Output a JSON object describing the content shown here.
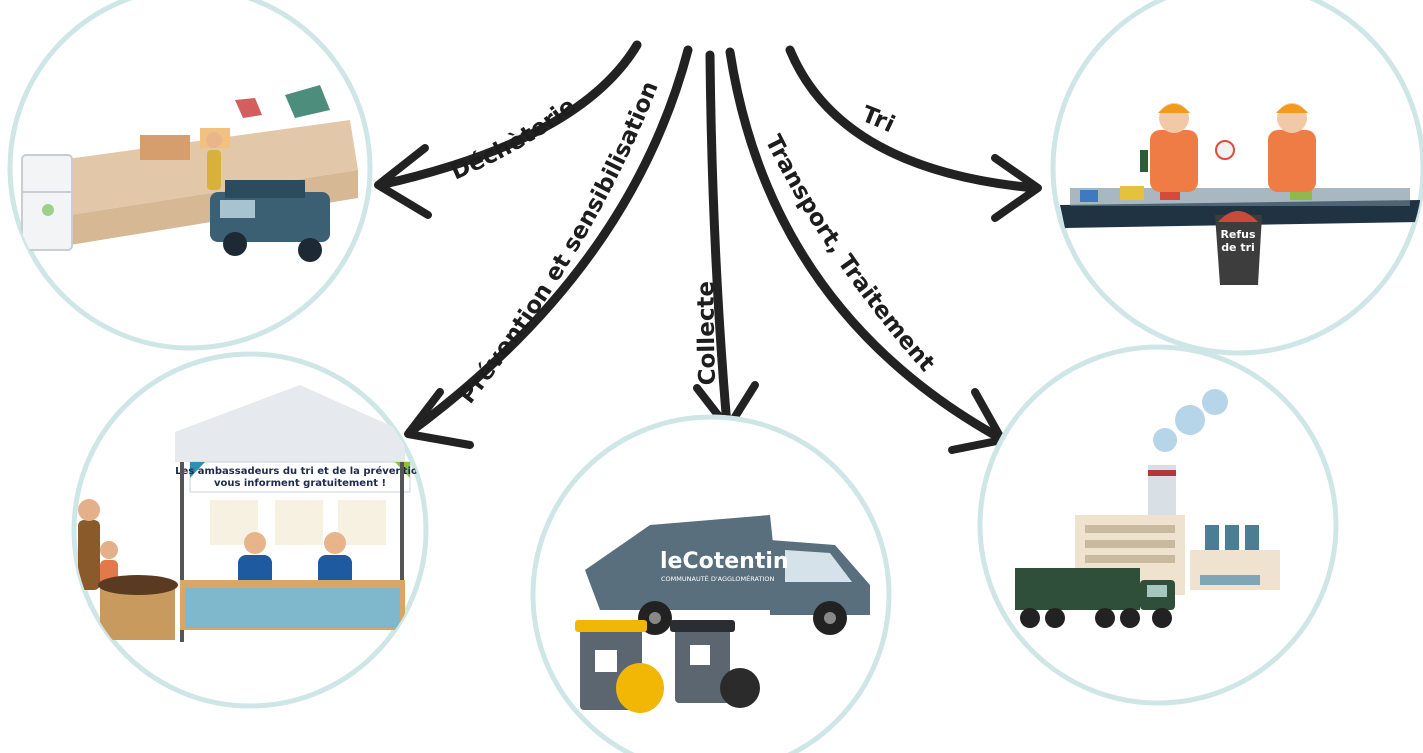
{
  "diagram": {
    "edges": [
      {
        "id": "decheterie",
        "label": "Déchèterie"
      },
      {
        "id": "prevention",
        "label": "Prévention et sensibilisation"
      },
      {
        "id": "collecte",
        "label": "Collecte"
      },
      {
        "id": "transport",
        "label": "Transport, Traitement"
      },
      {
        "id": "tri",
        "label": "Tri"
      }
    ],
    "nodes": {
      "decheterie": {
        "illustration": "recycling-center"
      },
      "tri": {
        "illustration": "sorting-line",
        "bin_label_1": "Refus",
        "bin_label_2": "de tri"
      },
      "prevention": {
        "illustration": "information-stand",
        "banner_line_1": "Les ambassadeurs du tri et de la prévention",
        "banner_line_2": "vous informent gratuitement !"
      },
      "collecte": {
        "illustration": "collection-truck",
        "brand": "leCotentin",
        "brand_sub": "COMMUNAUTÉ D'AGGLOMÉRATION"
      },
      "transport": {
        "illustration": "treatment-plant"
      }
    }
  },
  "colors": {
    "ring": "#cfe6e6",
    "arrow": "#222222",
    "truck_grey": "#5a6f7d",
    "bin_yellow": "#f2b705",
    "vest_orange": "#ef7c45",
    "bin_lid_dark": "#2a2e33",
    "jeep_blue": "#3b5f73",
    "plant_green": "#2f4f3a"
  }
}
